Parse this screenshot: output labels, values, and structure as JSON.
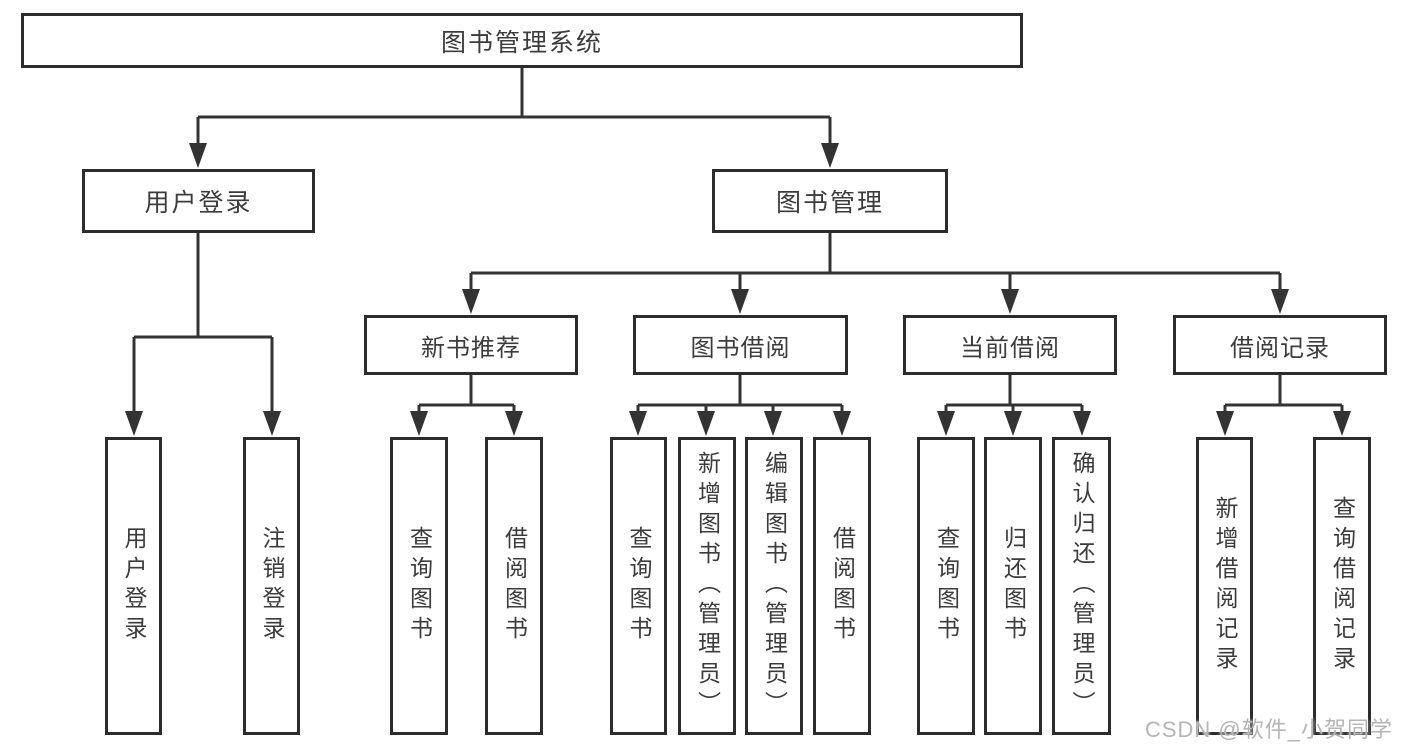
{
  "tree": {
    "root": {
      "label": "图书管理系统"
    },
    "branches": [
      {
        "label": "用户登录",
        "children": [
          {
            "label": "用户登录"
          },
          {
            "label": "注销登录"
          }
        ]
      },
      {
        "label": "图书管理",
        "children": [
          {
            "label": "新书推荐",
            "children": [
              {
                "label": "查询图书"
              },
              {
                "label": "借阅图书"
              }
            ]
          },
          {
            "label": "图书借阅",
            "children": [
              {
                "label": "查询图书"
              },
              {
                "label": "新增图书（管理员）"
              },
              {
                "label": "编辑图书（管理员）"
              },
              {
                "label": "借阅图书"
              }
            ]
          },
          {
            "label": "当前借阅",
            "children": [
              {
                "label": "查询图书"
              },
              {
                "label": "归还图书"
              },
              {
                "label": "确认归还（管理员）"
              }
            ]
          },
          {
            "label": "借阅记录",
            "children": [
              {
                "label": "新增借阅记录"
              },
              {
                "label": "查询借阅记录"
              }
            ]
          }
        ]
      }
    ]
  },
  "watermark": {
    "text": "CSDN @软件_小贺同学"
  },
  "colors": {
    "line": "#333333",
    "box_border": "#2c2c2c",
    "text": "#3c3c3c",
    "background": "#ffffff",
    "watermark_text": "#b5b5b5"
  }
}
